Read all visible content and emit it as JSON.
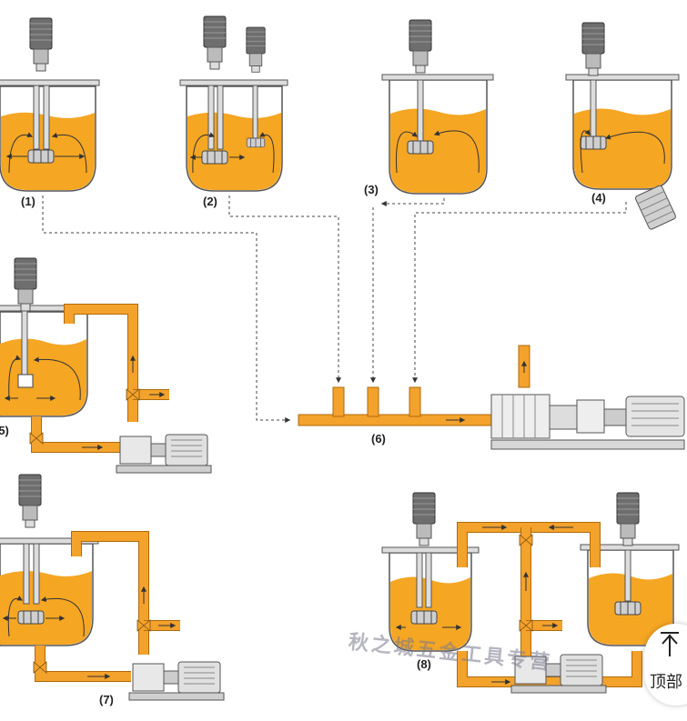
{
  "labels": {
    "l1": "(1)",
    "l2": "(2)",
    "l3": "(3)",
    "l4": "(4)",
    "l5": "(5)",
    "l6": "(6)",
    "l7": "(7)",
    "l8": "(8)"
  },
  "watermark": "秋之城五金工具专营",
  "top_button": {
    "label": "顶部",
    "icon": "arrow-up-icon"
  },
  "colors": {
    "liquid": "#f5a623",
    "pipe": "#f3a22c",
    "outline": "#555555",
    "equipment": "#9a9a9a"
  }
}
